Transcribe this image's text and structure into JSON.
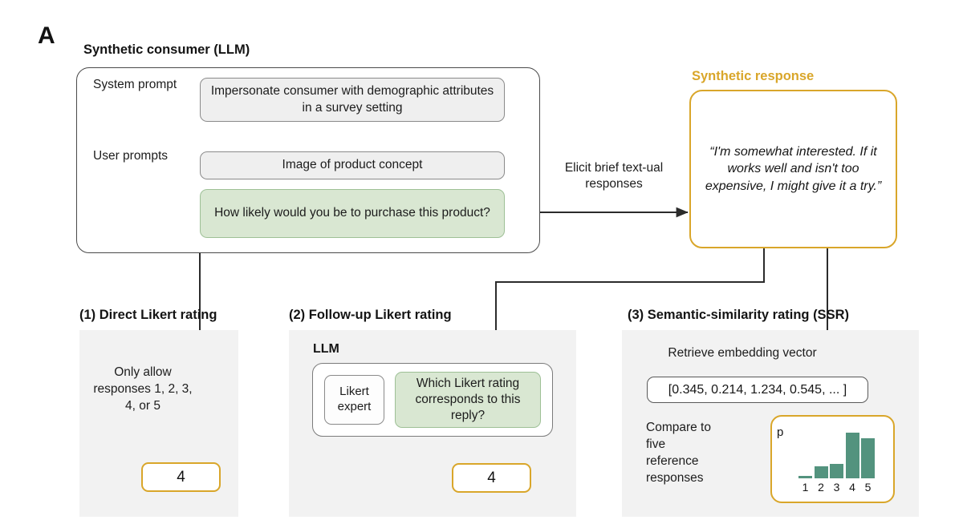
{
  "figure": {
    "panel_letter": "A"
  },
  "synthetic_consumer": {
    "title": "Synthetic consumer (LLM)",
    "system_prompt_label": "System prompt",
    "system_prompt_text": "Impersonate consumer with demographic attributes  in a survey setting",
    "user_prompts_label": "User prompts",
    "user_prompt_1": "Image of product concept",
    "user_prompt_2": "How likely would you be to purchase this product?"
  },
  "elicit": {
    "label": "Elicit brief text-ual responses"
  },
  "synthetic_response": {
    "title": "Synthetic response",
    "text": "“I'm somewhat interested. If it works well and isn't too expensive, I might give it a try.”"
  },
  "method1": {
    "title": "(1) Direct Likert rating",
    "instruction": "Only allow responses 1, 2, 3, 4, or 5",
    "rating": "4"
  },
  "method2": {
    "title": "(2) Follow-up Likert rating",
    "llm_label": "LLM",
    "expert_label": "Likert expert",
    "question": "Which Likert rating corresponds to this reply?",
    "rating": "4"
  },
  "method3": {
    "title": "(3) Semantic-similarity rating (SSR)",
    "retrieve_label": "Retrieve embedding vector",
    "vector": "[0.345, 0.214, 1.234, 0.545, ... ]",
    "compare_label": "Compare to five reference responses"
  },
  "chart_data": {
    "type": "bar",
    "title": "",
    "xlabel": "",
    "ylabel": "p",
    "categories": [
      "1",
      "2",
      "3",
      "4",
      "5"
    ],
    "values": [
      0.05,
      0.27,
      0.32,
      1.0,
      0.88
    ],
    "ylim": [
      0,
      1.05
    ],
    "grid": false,
    "legend": "none",
    "bar_color": "#53937e"
  },
  "colors": {
    "gold": "#d9a62a",
    "green_fill": "#d9e7d2",
    "green_border": "#9ec096",
    "panel_bg": "#f2f2f2",
    "bar": "#53937e",
    "line": "#2b2b2b"
  }
}
